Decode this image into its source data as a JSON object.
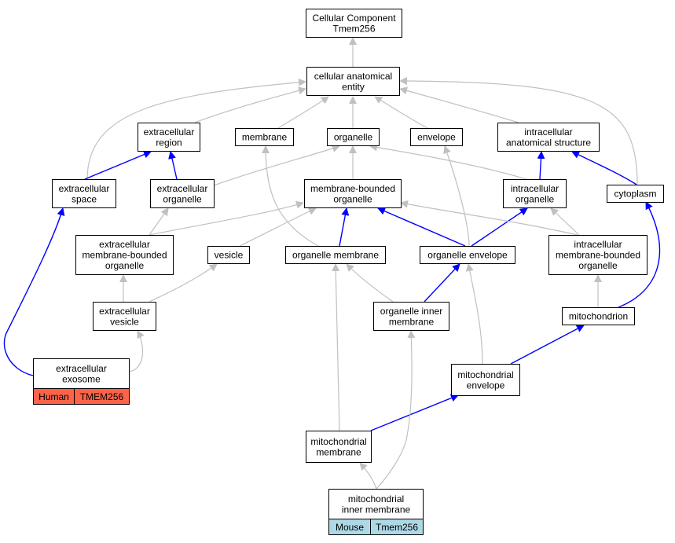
{
  "colors": {
    "is_a_edge": "#c0c0c0",
    "part_of_edge": "#0000ff",
    "node_stroke": "#000000",
    "node_fill": "#ffffff",
    "human_fill": "#ff6347",
    "mouse_fill": "#add8e6"
  },
  "nodes": {
    "root": [
      "Cellular Component",
      "Tmem256"
    ],
    "cae": [
      "cellular anatomical",
      "entity"
    ],
    "extreg": [
      "extracellular",
      "region"
    ],
    "membrane": [
      "membrane"
    ],
    "organelle": [
      "organelle"
    ],
    "envelope": [
      "envelope"
    ],
    "ias": [
      "intracellular",
      "anatomical structure"
    ],
    "extspace": [
      "extracellular",
      "space"
    ],
    "extorg": [
      "extracellular",
      "organelle"
    ],
    "mbo": [
      "membrane-bounded",
      "organelle"
    ],
    "intorg": [
      "intracellular",
      "organelle"
    ],
    "cytoplasm": [
      "cytoplasm"
    ],
    "embo": [
      "extracellular",
      "membrane-bounded",
      "organelle"
    ],
    "vesicle": [
      "vesicle"
    ],
    "orgmem": [
      "organelle membrane"
    ],
    "orgenv": [
      "organelle envelope"
    ],
    "imbo": [
      "intracellular",
      "membrane-bounded",
      "organelle"
    ],
    "extves": [
      "extracellular",
      "vesicle"
    ],
    "orginner": [
      "organelle inner",
      "membrane"
    ],
    "mito": [
      "mitochondrion"
    ],
    "exosome": [
      "extracellular",
      "exosome"
    ],
    "mitoenv": [
      "mitochondrial",
      "envelope"
    ],
    "mitomem": [
      "mitochondrial",
      "membrane"
    ],
    "mitoinner": [
      "mitochondrial",
      "inner membrane"
    ]
  },
  "annotations": {
    "exosome": [
      "Human",
      "TMEM256"
    ],
    "mitoinner": [
      "Mouse",
      "Tmem256"
    ]
  },
  "edges": [
    {
      "from": "cae",
      "to": "root",
      "type": "is_a"
    },
    {
      "from": "extreg",
      "to": "cae",
      "type": "is_a"
    },
    {
      "from": "membrane",
      "to": "cae",
      "type": "is_a"
    },
    {
      "from": "organelle",
      "to": "cae",
      "type": "is_a"
    },
    {
      "from": "envelope",
      "to": "cae",
      "type": "is_a"
    },
    {
      "from": "ias",
      "to": "cae",
      "type": "is_a"
    },
    {
      "from": "extspace",
      "to": "cae",
      "type": "is_a"
    },
    {
      "from": "cytoplasm",
      "to": "cae",
      "type": "is_a"
    },
    {
      "from": "extspace",
      "to": "extreg",
      "type": "part_of"
    },
    {
      "from": "extorg",
      "to": "extreg",
      "type": "part_of"
    },
    {
      "from": "extorg",
      "to": "organelle",
      "type": "is_a"
    },
    {
      "from": "mbo",
      "to": "organelle",
      "type": "is_a"
    },
    {
      "from": "intorg",
      "to": "organelle",
      "type": "is_a"
    },
    {
      "from": "intorg",
      "to": "ias",
      "type": "part_of"
    },
    {
      "from": "cytoplasm",
      "to": "ias",
      "type": "part_of"
    },
    {
      "from": "embo",
      "to": "extorg",
      "type": "is_a"
    },
    {
      "from": "embo",
      "to": "mbo",
      "type": "is_a"
    },
    {
      "from": "vesicle",
      "to": "mbo",
      "type": "is_a"
    },
    {
      "from": "orgmem",
      "to": "membrane",
      "type": "is_a"
    },
    {
      "from": "orgmem",
      "to": "mbo",
      "type": "part_of"
    },
    {
      "from": "orgenv",
      "to": "envelope",
      "type": "is_a"
    },
    {
      "from": "orgenv",
      "to": "mbo",
      "type": "part_of"
    },
    {
      "from": "orgenv",
      "to": "intorg",
      "type": "part_of"
    },
    {
      "from": "imbo",
      "to": "mbo",
      "type": "is_a"
    },
    {
      "from": "imbo",
      "to": "intorg",
      "type": "is_a"
    },
    {
      "from": "extves",
      "to": "embo",
      "type": "is_a"
    },
    {
      "from": "extves",
      "to": "vesicle",
      "type": "is_a"
    },
    {
      "from": "orginner",
      "to": "orgmem",
      "type": "is_a"
    },
    {
      "from": "orginner",
      "to": "orgenv",
      "type": "part_of"
    },
    {
      "from": "mito",
      "to": "imbo",
      "type": "is_a"
    },
    {
      "from": "mito",
      "to": "cytoplasm",
      "type": "part_of"
    },
    {
      "from": "exosome",
      "to": "extves",
      "type": "is_a"
    },
    {
      "from": "exosome",
      "to": "extspace",
      "type": "part_of"
    },
    {
      "from": "mitoenv",
      "to": "orgenv",
      "type": "is_a"
    },
    {
      "from": "mitoenv",
      "to": "mito",
      "type": "part_of"
    },
    {
      "from": "mitomem",
      "to": "orgmem",
      "type": "is_a"
    },
    {
      "from": "mitomem",
      "to": "mitoenv",
      "type": "part_of"
    },
    {
      "from": "mitoinner",
      "to": "mitomem",
      "type": "is_a"
    },
    {
      "from": "mitoinner",
      "to": "orginner",
      "type": "is_a"
    }
  ]
}
